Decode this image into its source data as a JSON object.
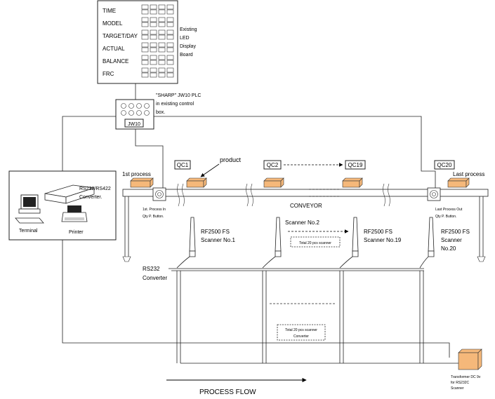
{
  "led_board": {
    "rows": [
      "TIME",
      "MODEL",
      "TARGET/DAY",
      "ACTUAL",
      "BALANCE",
      "FRC"
    ],
    "caption": [
      "Existing",
      "LED",
      "Display",
      "Board"
    ]
  },
  "plc": {
    "caption": [
      "\"SHARP\" JW10 PLC",
      "in existing control",
      "box."
    ],
    "tag": "JW10"
  },
  "terminal_box": {
    "converter": [
      "RS232/RS422",
      "Converter."
    ],
    "terminal": "Terminal",
    "printer": "Printer"
  },
  "qc_labels": [
    "QC1",
    "QC2",
    "QC19",
    "QC20"
  ],
  "product_label": "product",
  "first_process": "1st process",
  "last_process": "Last process",
  "conveyor_label": "CONVEYOR",
  "first_button": [
    "1st. Process In",
    "Qty P. Button."
  ],
  "last_button": [
    "Last Process Out",
    "Qty P. Button."
  ],
  "scanners": {
    "s1": [
      "RF2500 FS",
      "Scanner No.1"
    ],
    "s2": "Scanner No.2",
    "s19": [
      "RF2500 FS",
      "Scanner No.19"
    ],
    "s20": [
      "RF2500 FS",
      "Scanner",
      "No.20"
    ]
  },
  "total_scanner_top": "Total 20 pcs scanner",
  "total_converter": [
    "Total 20 pcs scanner",
    "Converter"
  ],
  "rs232_converter": [
    "RS232",
    "Converter"
  ],
  "transformer": [
    "Transformer DC 9v",
    "for RS232C",
    "Scanner"
  ],
  "process_flow": "PROCESS FLOW"
}
